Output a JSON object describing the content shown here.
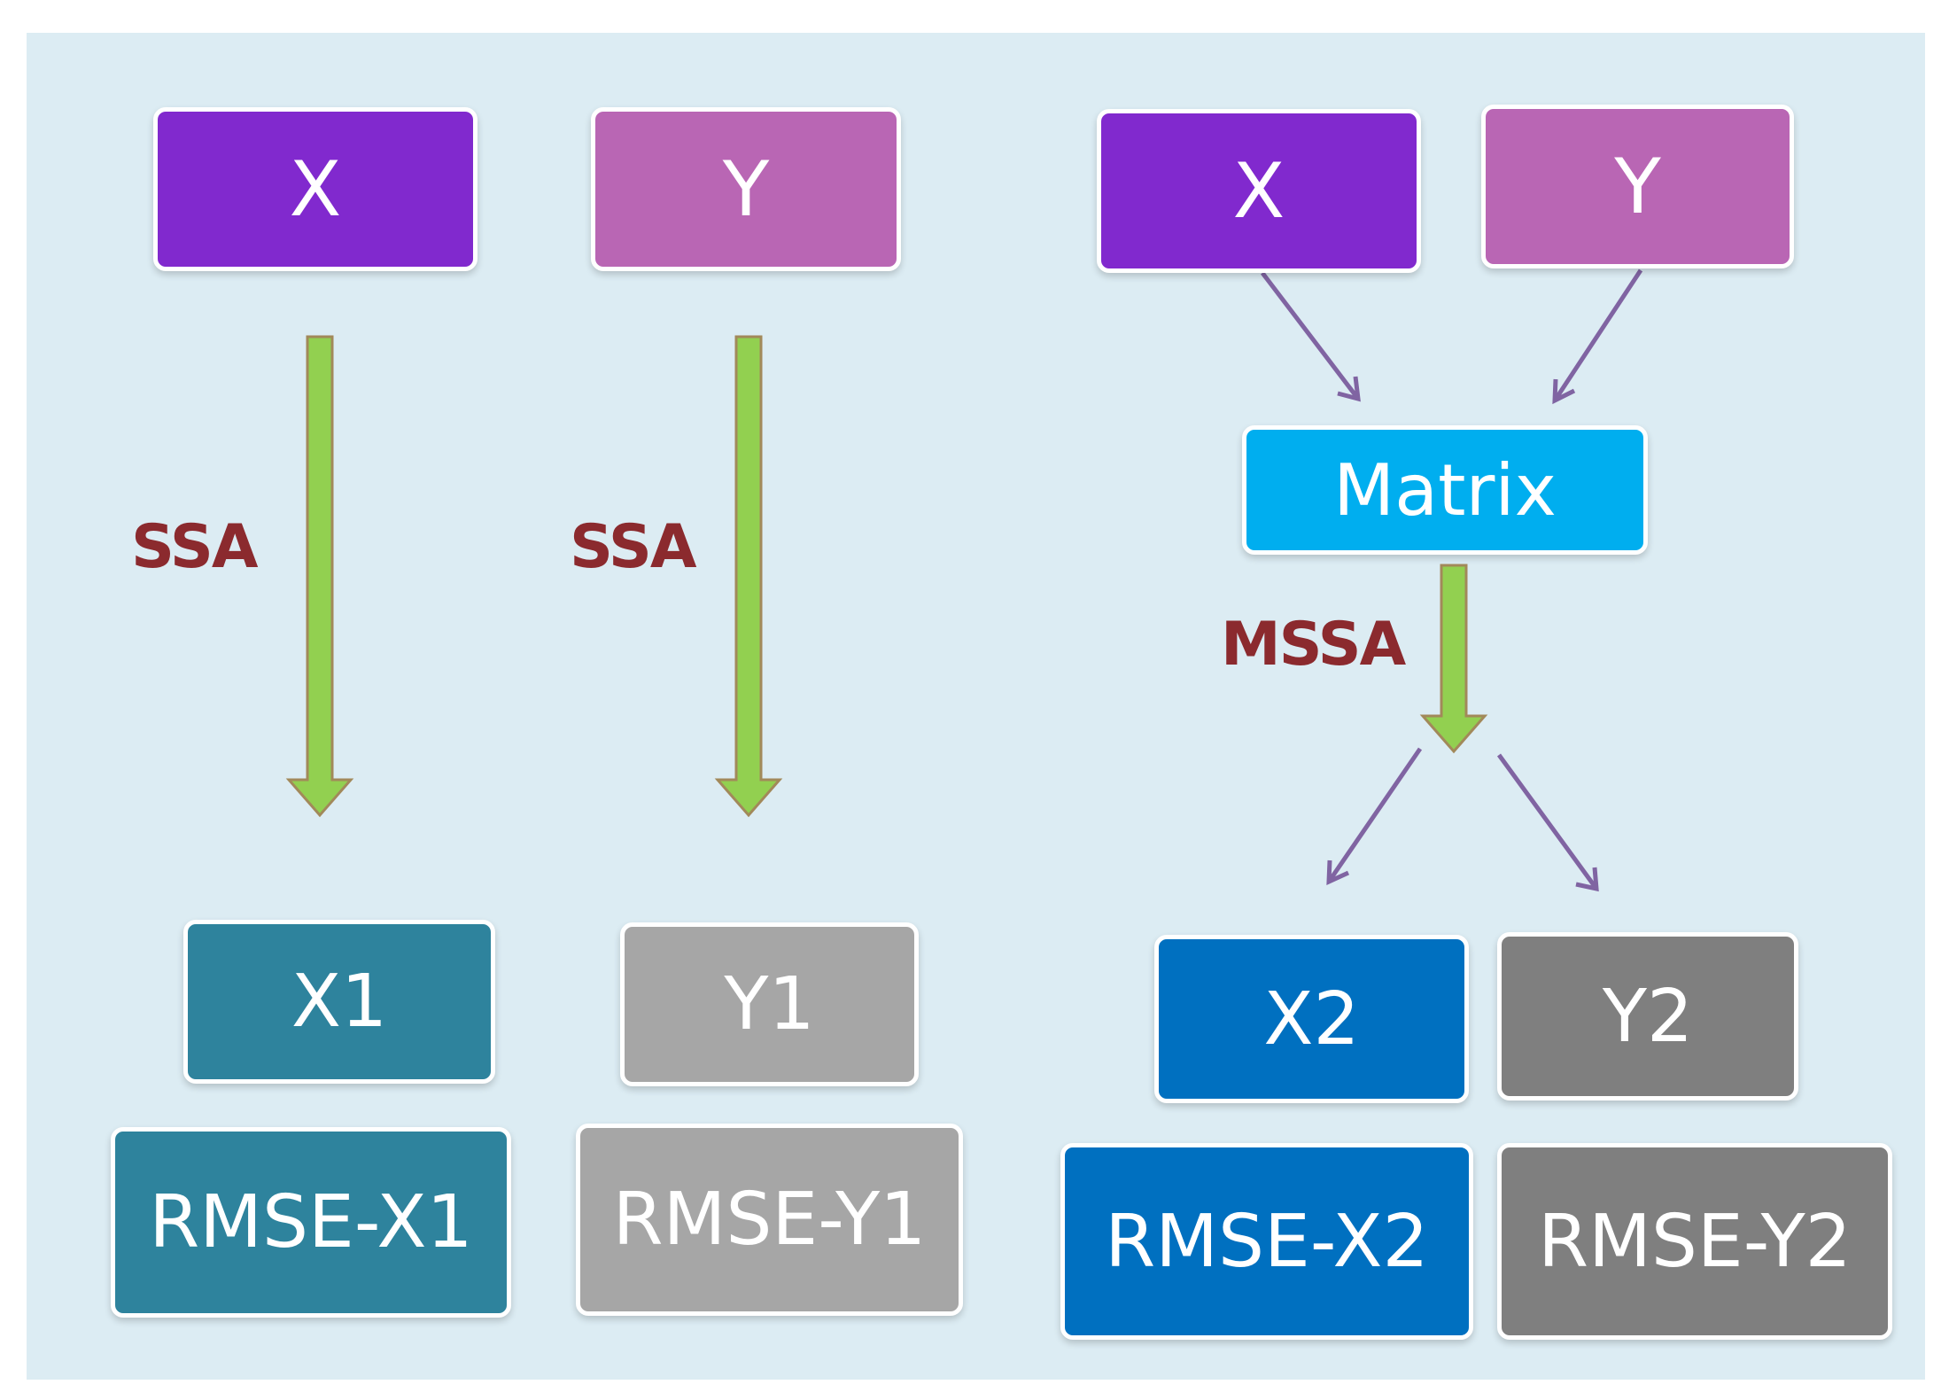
{
  "colors": {
    "background": "#dcecf3",
    "x_input": "#8129ce",
    "y_input": "#b966b4",
    "matrix": "#00aeef",
    "x1": "#2e839d",
    "y1": "#a6a6a6",
    "x2": "#0070c0",
    "y2": "#7f7f7f",
    "method_label": "#8b2a2e",
    "ssa_arrow": "#92d050",
    "connector": "#8064a2"
  },
  "left": {
    "x_input": "X",
    "y_input": "Y",
    "ssa_label_x": "SSA",
    "ssa_label_y": "SSA",
    "x1_output": "X1",
    "y1_output": "Y1",
    "rmse_x1": "RMSE-X1",
    "rmse_y1": "RMSE-Y1"
  },
  "right": {
    "x_input": "X",
    "y_input": "Y",
    "matrix": "Matrix",
    "mssa_label": "MSSA",
    "x2_output": "X2",
    "y2_output": "Y2",
    "rmse_x2": "RMSE-X2",
    "rmse_y2": "RMSE-Y2"
  }
}
